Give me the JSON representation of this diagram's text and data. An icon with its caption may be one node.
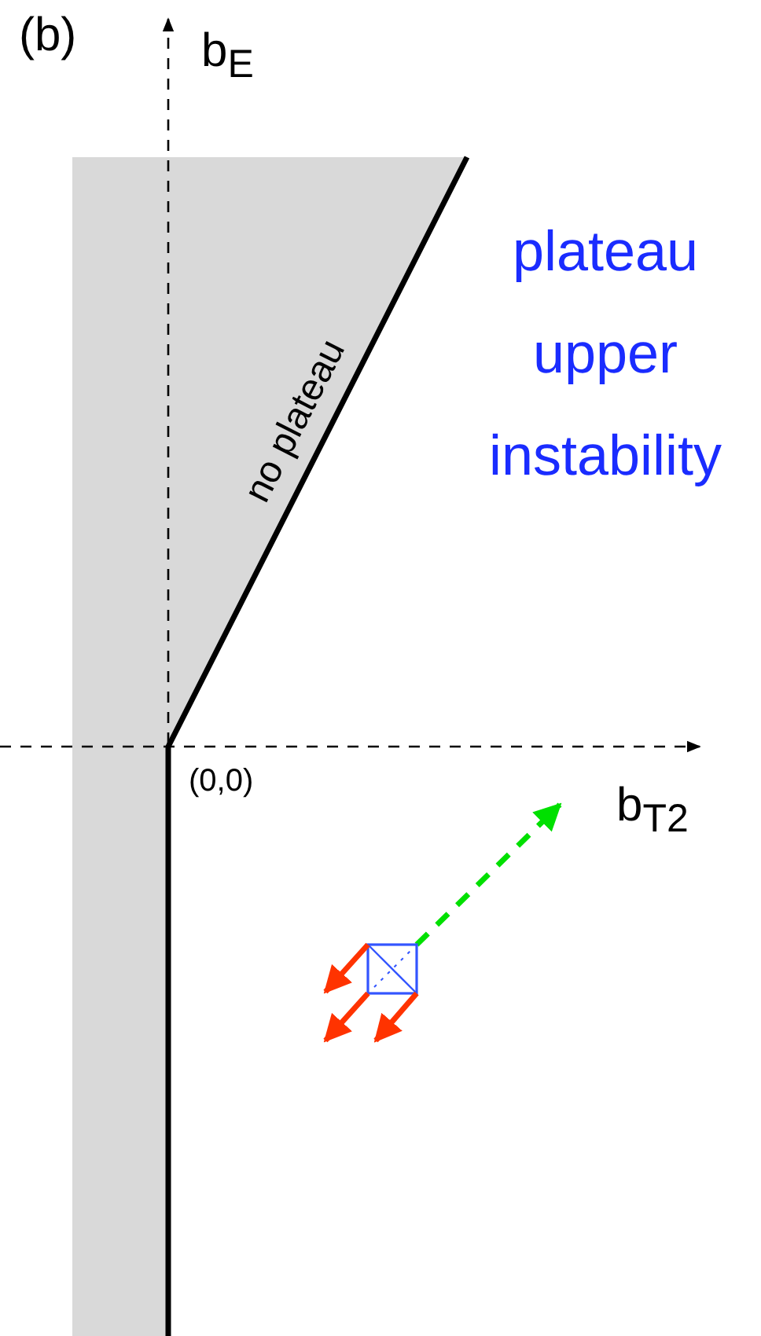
{
  "diagram": {
    "labels": [
      "(b)",
      "b$_{E}$",
      "no plateau",
      "plateau upper instability",
      "(0,0)",
      "b$_{T2}$"
    ]
  }
}
